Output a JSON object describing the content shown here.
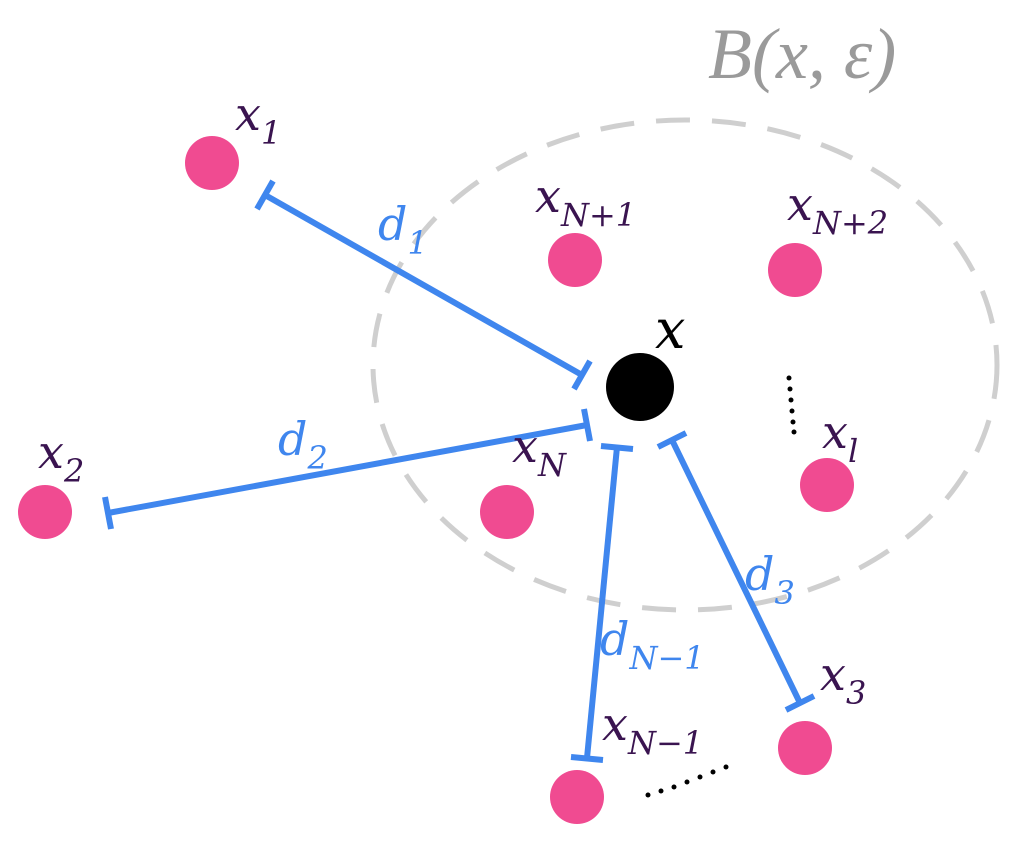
{
  "ball_label": "B(x, ε)",
  "center": {
    "label": "x"
  },
  "points": [
    {
      "base": "x",
      "sub": "1"
    },
    {
      "base": "x",
      "sub": "2"
    },
    {
      "base": "x",
      "sub": "3"
    },
    {
      "base": "x",
      "sub": "N−1"
    },
    {
      "base": "x",
      "sub": "N"
    },
    {
      "base": "x",
      "sub": "N+1"
    },
    {
      "base": "x",
      "sub": "N+2"
    },
    {
      "base": "x",
      "sub": "l"
    }
  ],
  "distances": [
    {
      "base": "d",
      "sub": "1"
    },
    {
      "base": "d",
      "sub": "2"
    },
    {
      "base": "d",
      "sub": "3"
    },
    {
      "base": "d",
      "sub": "N−1"
    }
  ],
  "colors": {
    "point": "#f04b91",
    "distance": "#3f86ee",
    "center": "#000000",
    "ball": "#cccccc"
  }
}
